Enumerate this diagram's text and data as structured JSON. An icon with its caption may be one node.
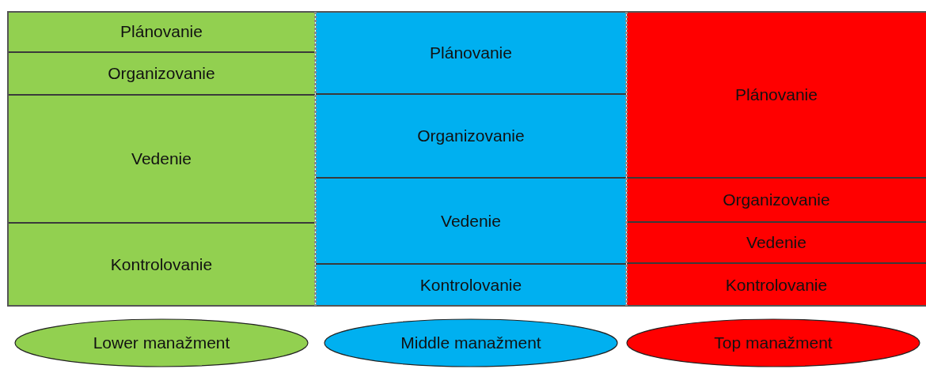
{
  "diagram": {
    "nodes": [
      {
        "text": [
          "Plánovanie"
        ]
      },
      {
        "text": [
          "Plánovanie"
        ]
      },
      {
        "text": [
          "Plánovanie"
        ]
      },
      {
        "text": [
          "Organizovanie"
        ]
      },
      {
        "text": [
          "Organizovanie"
        ]
      },
      {
        "text": [
          "Vedenie"
        ]
      },
      {
        "text": [
          "Organizovanie"
        ]
      },
      {
        "text": [
          "Vedenie"
        ]
      },
      {
        "text": [
          "Vedenie"
        ]
      },
      {
        "text": [
          "Kontrolovanie"
        ]
      },
      {
        "text": [
          "Kontrolovanie"
        ]
      },
      {
        "text": [
          "Kontrolovanie"
        ]
      },
      {
        "text": [
          "Lower manažment"
        ]
      },
      {
        "text": [
          "Middle manažment"
        ]
      },
      {
        "text": [
          "Top manažment"
        ]
      }
    ]
  }
}
